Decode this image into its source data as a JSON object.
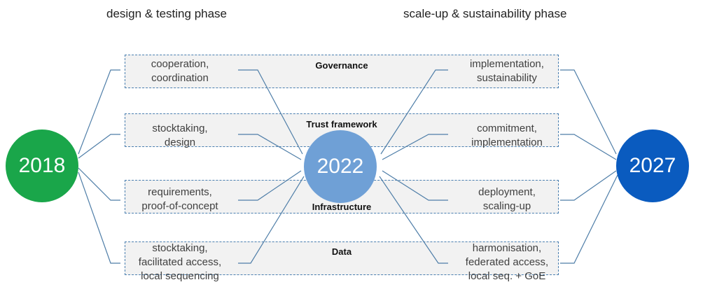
{
  "phases": {
    "left": "design & testing phase",
    "right": "scale-up & sustainability phase"
  },
  "bands": [
    {
      "label": "Governance"
    },
    {
      "label": "Trust framework"
    },
    {
      "label": "Infrastructure"
    },
    {
      "label": "Data"
    }
  ],
  "left_nodes": [
    {
      "line1": "cooperation,",
      "line2": "coordination"
    },
    {
      "line1": "stocktaking,",
      "line2": "design"
    },
    {
      "line1": "requirements,",
      "line2": "proof-of-concept"
    },
    {
      "line1": "stocktaking,",
      "line2": "facilitated access,",
      "line3": "local sequencing"
    }
  ],
  "right_nodes": [
    {
      "line1": "implementation,",
      "line2": "sustainability"
    },
    {
      "line1": "commitment,",
      "line2": "implementation"
    },
    {
      "line1": "deployment,",
      "line2": "scaling-up"
    },
    {
      "line1": "harmonisation,",
      "line2": "federated access,",
      "line3": "local seq. + GoE"
    }
  ],
  "years": {
    "start": "2018",
    "mid": "2022",
    "end": "2027"
  },
  "colors": {
    "start": "#1aa64a",
    "mid": "#6fa0d6",
    "end": "#0a5bbf",
    "band_border": "#4a7fb0",
    "band_fill": "#f2f2f2",
    "connector": "#4f7ea8"
  }
}
